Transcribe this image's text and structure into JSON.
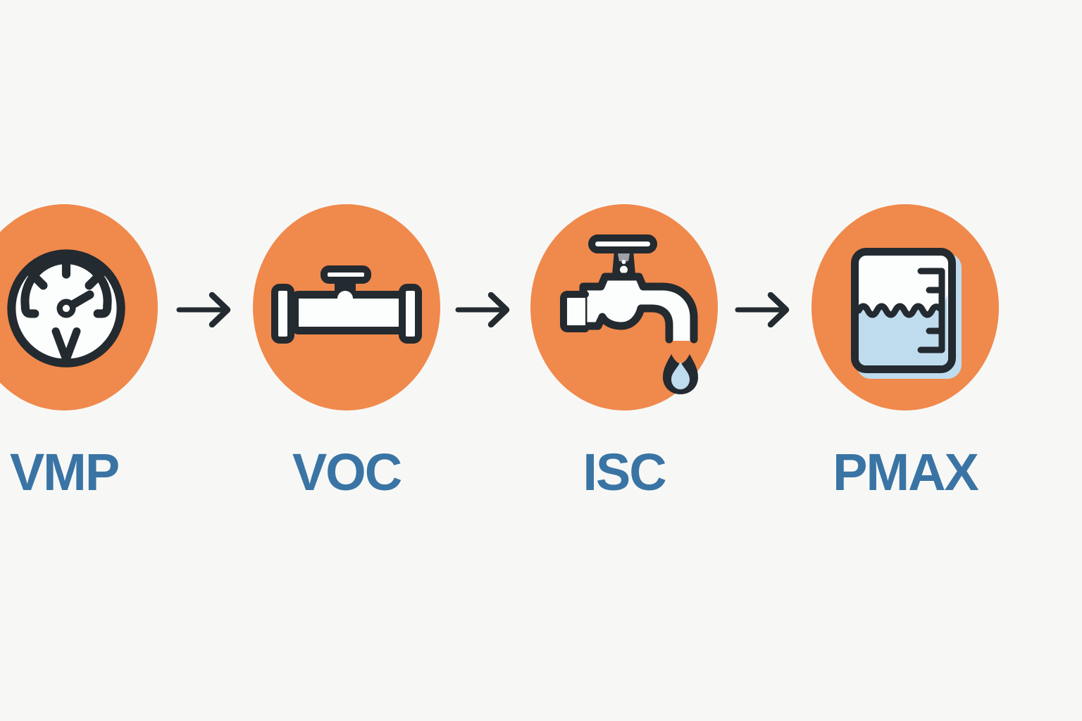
{
  "diagram": {
    "title": "",
    "connector": "arrow-right",
    "steps": [
      {
        "id": "vmp",
        "label": "VMP",
        "icon": "gauge-icon"
      },
      {
        "id": "voc",
        "label": "VOC",
        "icon": "pipe-valve-icon"
      },
      {
        "id": "isc",
        "label": "ISC",
        "icon": "faucet-icon"
      },
      {
        "id": "pmax",
        "label": "PMAX",
        "icon": "tank-level-icon"
      }
    ]
  },
  "colors": {
    "bg": "#F7F8F6",
    "circle": "#F0894C",
    "outline": "#232A30",
    "label": "#3A74A4",
    "water": "#BFDCEE",
    "metal": "#9EA2A6",
    "iconfill": "#FCFDFD"
  }
}
